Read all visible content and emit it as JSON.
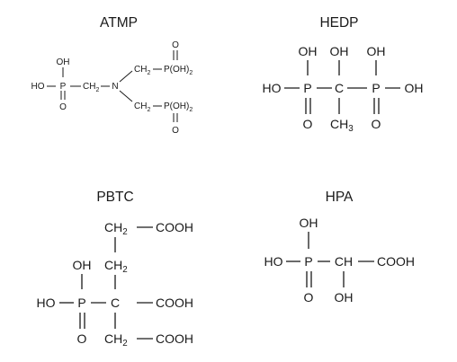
{
  "molecules": {
    "atmp": {
      "title": "ATMP",
      "oh": "OH",
      "ho": "HO",
      "p": "P",
      "ch2_left": "CH",
      "two_left": "2",
      "n": "N",
      "o_left": "O",
      "ch2_top": "CH",
      "two_top": "2",
      "ch2_bottom": "CH",
      "two_bottom": "2",
      "o_top": "O",
      "poh2_top": "P(OH)",
      "poh2_top_sub": "2",
      "poh2_bottom": "P(OH)",
      "poh2_bottom_sub": "2",
      "o_bottom": "O"
    },
    "hedp": {
      "title": "HEDP",
      "oh_1": "OH",
      "oh_2": "OH",
      "oh_3": "OH",
      "ho": "HO",
      "p_left": "P",
      "c": "C",
      "p_right": "P",
      "oh_right": "OH",
      "o_left": "O",
      "ch3": "CH",
      "ch3_sub": "3",
      "o_right": "O"
    },
    "pbtc": {
      "title": "PBTC",
      "ch2_top": "CH",
      "ch2_top_sub": "2",
      "cooh_top": "COOH",
      "oh": "OH",
      "ch2_mid": "CH",
      "ch2_mid_sub": "2",
      "ho": "HO",
      "p": "P",
      "c": "C",
      "cooh_mid": "COOH",
      "o": "O",
      "ch2_bottom": "CH",
      "ch2_bottom_sub": "2",
      "cooh_bottom": "COOH"
    },
    "hpa": {
      "title": "HPA",
      "oh_top": "OH",
      "ho": "HO",
      "p": "P",
      "ch": "CH",
      "cooh": "COOH",
      "o": "O",
      "oh_bottom": "OH"
    }
  }
}
